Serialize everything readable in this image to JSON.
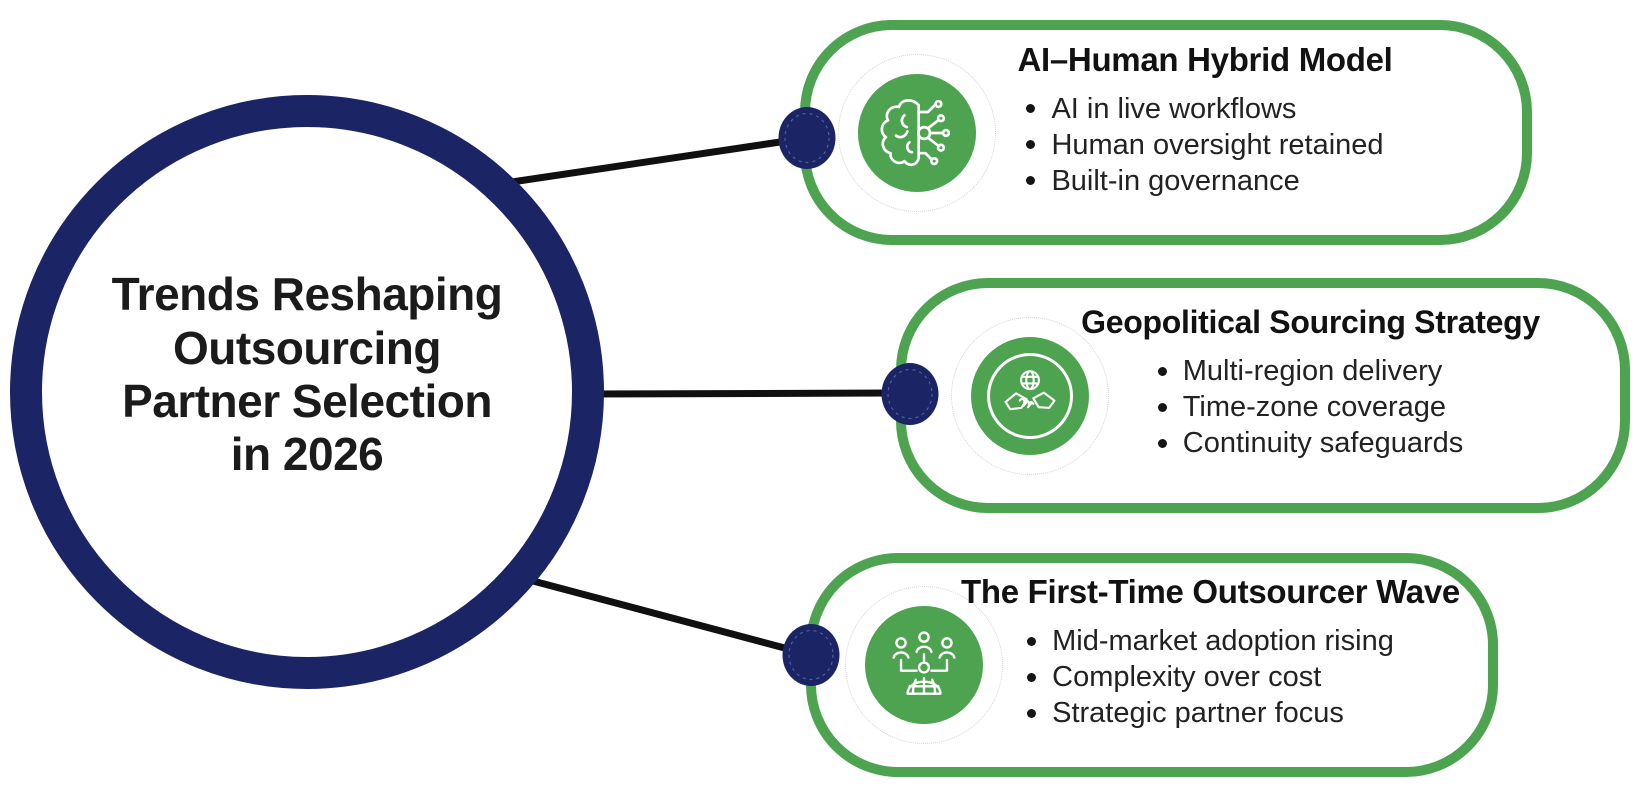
{
  "colors": {
    "navy": "#1b2565",
    "green": "#4ea351",
    "connector_black": "#101010",
    "text_dark": "#1b1b1b"
  },
  "center": {
    "title_lines": [
      "Trends Reshaping",
      "Outsourcing",
      "Partner Selection",
      "in 2026"
    ]
  },
  "cards": [
    {
      "id": "ai-human-hybrid",
      "icon": "ai-brain-circuit-icon",
      "heading": "AI–Human Hybrid Model",
      "bullets": [
        "AI in live workflows",
        "Human oversight retained",
        "Built-in governance"
      ]
    },
    {
      "id": "geopolitical-sourcing",
      "icon": "handshake-globe-icon",
      "heading": "Geopolitical Sourcing Strategy",
      "bullets": [
        "Multi-region delivery",
        "Time-zone coverage",
        "Continuity safeguards"
      ]
    },
    {
      "id": "first-time-outsourcer",
      "icon": "team-structure-globe-icon",
      "heading": "The First-Time Outsourcer Wave",
      "bullets": [
        "Mid-market adoption rising",
        "Complexity over cost",
        "Strategic partner focus"
      ]
    }
  ]
}
